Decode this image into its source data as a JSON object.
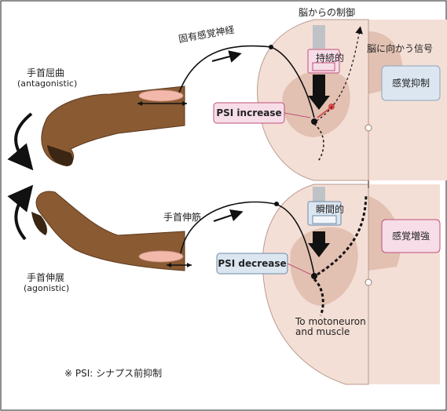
{
  "labels": {
    "top_brain": "脳からの制御",
    "proprioceptive": "固有感覚神経",
    "to_brain": "脳に向かう信号",
    "flexion": "手首屈曲",
    "flexion_sub": "(antagonistic)",
    "extension": "手首伸展",
    "extension_sub": "(agonistic)",
    "sustained": "持続的",
    "momentary": "瞬間的",
    "sensory_suppress": "感覚抑制",
    "sensory_enhance": "感覚増強",
    "psi_increase": "PSI increase",
    "psi_decrease": "PSI decrease",
    "wrist_extensor": "手首伸筋",
    "motoneuron_1": "To motoneuron",
    "motoneuron_2": "and muscle",
    "footnote": "※ PSI: シナプス前抑制"
  },
  "colors": {
    "cord_light": "#f4dfd6",
    "cord_dark": "#e2c1b2",
    "blue_box": "#dbe6f1",
    "pink_box": "#f6dde8",
    "pink_border": "#c0507a",
    "arm": "#8a5a33",
    "muscle": "#f2b9aa",
    "red_node": "#d94b4b"
  }
}
